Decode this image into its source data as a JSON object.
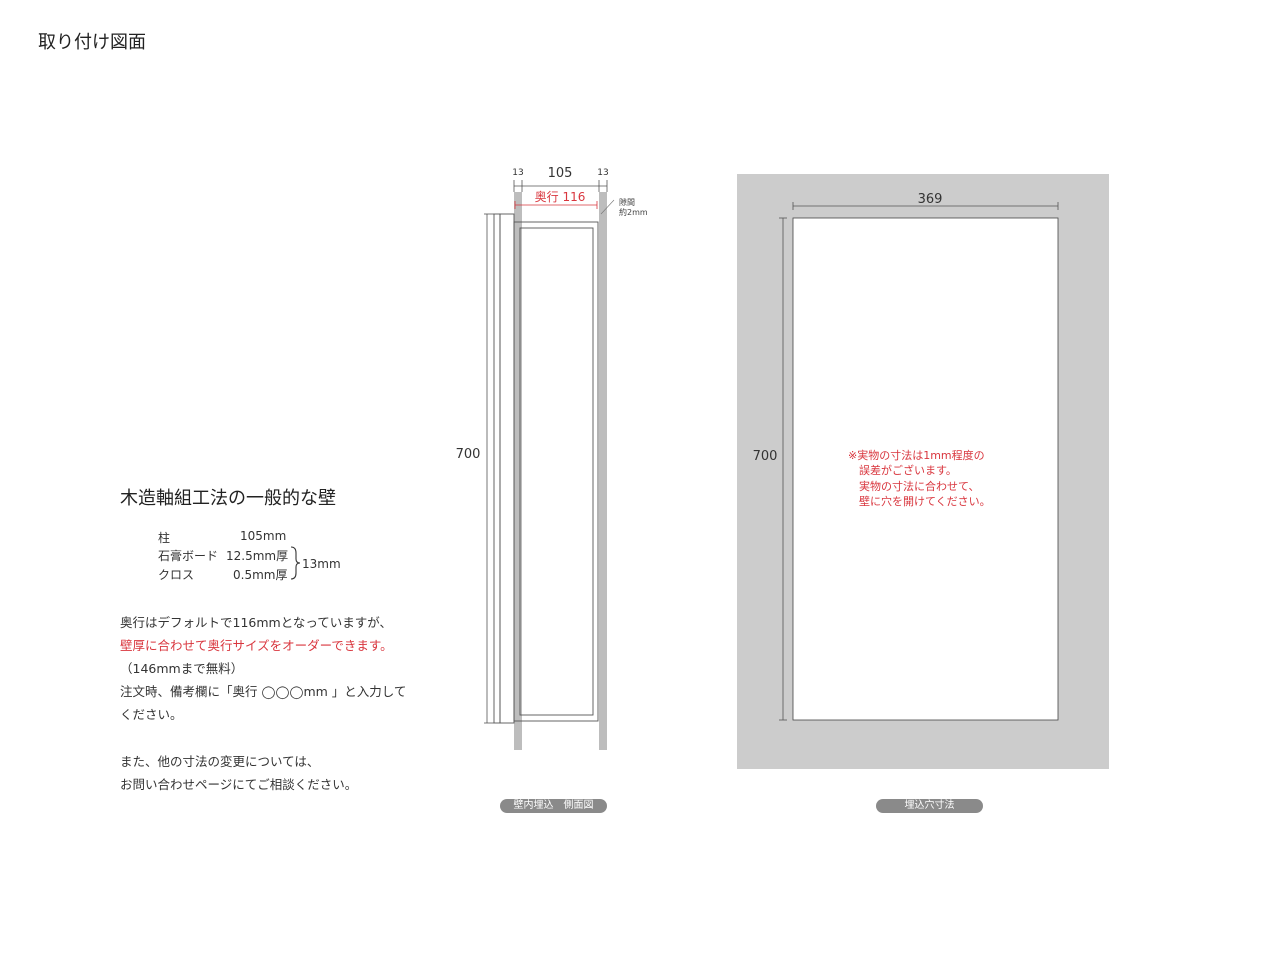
{
  "page": {
    "title": "取り付け図面"
  },
  "wall": {
    "title": "木造軸組工法の一般的な壁",
    "specs": [
      {
        "name": "柱",
        "value": "105mm"
      },
      {
        "name": "石膏ボード",
        "value": "12.5mm厚"
      },
      {
        "name": "クロス",
        "value": "0.5mm厚"
      }
    ],
    "combined": "13mm"
  },
  "notes": {
    "line1": "奥行はデフォルトで116mmとなっていますが、",
    "line2": "壁厚に合わせて奥行サイズをオーダーできます。",
    "line3": "（146mmまで無料）",
    "line4": "注文時、備考欄に「奥行 ◯◯◯mm 」と入力して",
    "line5": "ください。",
    "line6": "また、他の寸法の変更については、",
    "line7": "お問い合わせページにてご相談ください。",
    "accent_color": "#d9363e"
  },
  "side_view": {
    "dim_left": "13",
    "dim_center": "105",
    "dim_right": "13",
    "depth_label": "奥行 116",
    "gap_label_1": "隙間",
    "gap_label_2": "約2mm",
    "height": "700",
    "caption": "壁内埋込　側面図"
  },
  "hole_view": {
    "width": "369",
    "height": "700",
    "note_1": "※実物の寸法は1mm程度の",
    "note_2": "誤差がございます。",
    "note_3": "実物の寸法に合わせて、",
    "note_4": "壁に穴を開けてください。",
    "caption": "埋込穴寸法",
    "wall_color": "#cccccc"
  }
}
